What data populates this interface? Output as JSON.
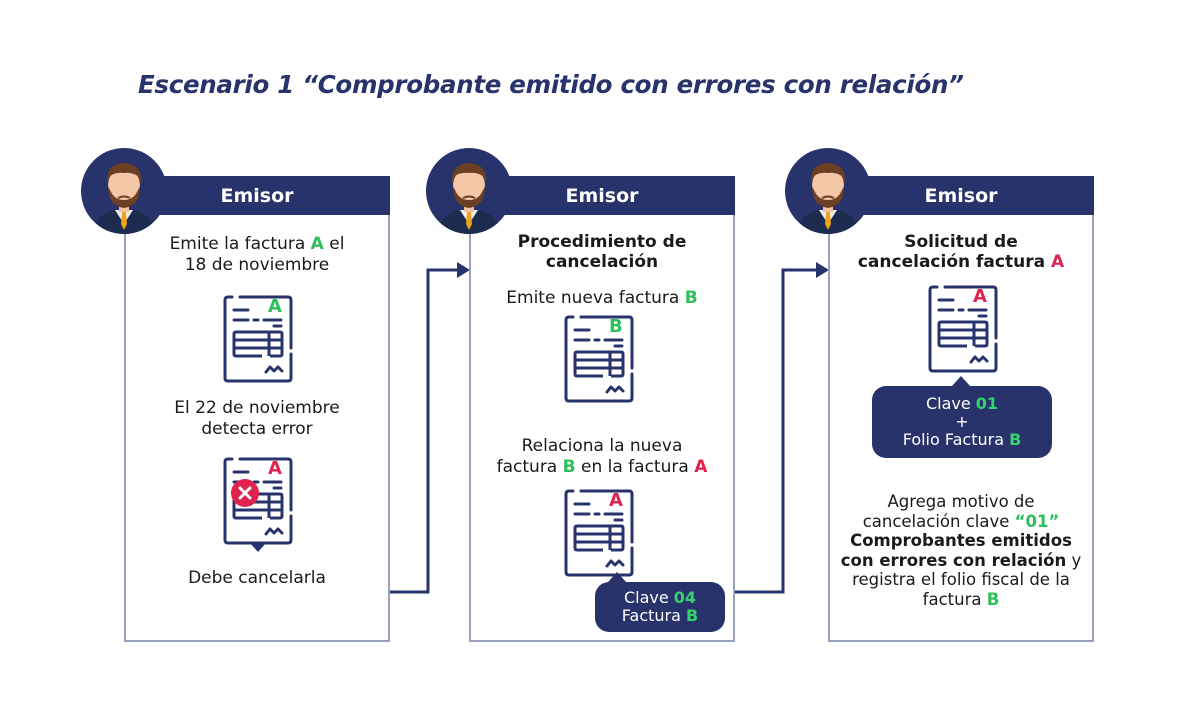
{
  "title": "Escenario 1 “Comprobante emitido con errores con relación”",
  "colors": {
    "navy": "#27336a",
    "green": "#2fbf5a",
    "red": "#e0234e",
    "border": "#9a9fbd"
  },
  "cards": [
    {
      "header": "Emisor",
      "avatar_icon": "man-avatar-icon",
      "step1": {
        "pre": "Emite la factura ",
        "letter": "A",
        "post": " el",
        "line2": "18 de noviembre"
      },
      "doc1": {
        "letter": "A",
        "letter_color": "green",
        "icon": "invoice-document-icon"
      },
      "step2": {
        "line1": "El 22 de noviembre",
        "line2": "detecta error"
      },
      "doc2": {
        "letter": "A",
        "letter_color": "red",
        "icon": "invoice-error-icon",
        "badge_icon": "error-x-icon"
      },
      "step3": "Debe cancelarla"
    },
    {
      "header": "Emisor",
      "avatar_icon": "man-avatar-icon",
      "heading": {
        "line1": "Procedimiento de",
        "line2": "cancelación"
      },
      "step1": {
        "pre": "Emite nueva factura ",
        "letter": "B"
      },
      "doc1": {
        "letter": "B",
        "letter_color": "green",
        "icon": "invoice-document-icon"
      },
      "step2": {
        "line1": "Relaciona la nueva",
        "pre": "factura ",
        "letterB": "B",
        "mid": " en la factura ",
        "letterA": "A"
      },
      "doc2": {
        "letter": "A",
        "letter_color": "red",
        "icon": "invoice-document-icon"
      },
      "bubble": {
        "clave_label": "Clave ",
        "clave_value": "04",
        "factura_label": "Factura ",
        "factura_letter": "B"
      }
    },
    {
      "header": "Emisor",
      "avatar_icon": "man-avatar-icon",
      "heading": {
        "line1": "Solicitud de",
        "line2_pre": "cancelación factura ",
        "letter": "A"
      },
      "doc1": {
        "letter": "A",
        "letter_color": "red",
        "icon": "invoice-document-icon"
      },
      "bubble": {
        "clave_label": "Clave ",
        "clave_value": "01",
        "plus": "+",
        "folio_label": "Folio Factura ",
        "folio_letter": "B"
      },
      "note": {
        "line1": "Agrega motivo de",
        "line2_pre": "cancelación clave ",
        "line2_code": "“01”",
        "bold1": "Comprobantes emitidos",
        "bold2": "con errores con relación",
        "line4_post": " y",
        "line5": "registra el folio fiscal de la",
        "line6_pre": "factura ",
        "line6_letter": "B"
      }
    }
  ],
  "arrows": [
    {
      "from": "card-1",
      "to": "card-2",
      "icon": "flow-arrow-icon"
    },
    {
      "from": "card-2",
      "to": "card-3",
      "icon": "flow-arrow-icon"
    }
  ]
}
